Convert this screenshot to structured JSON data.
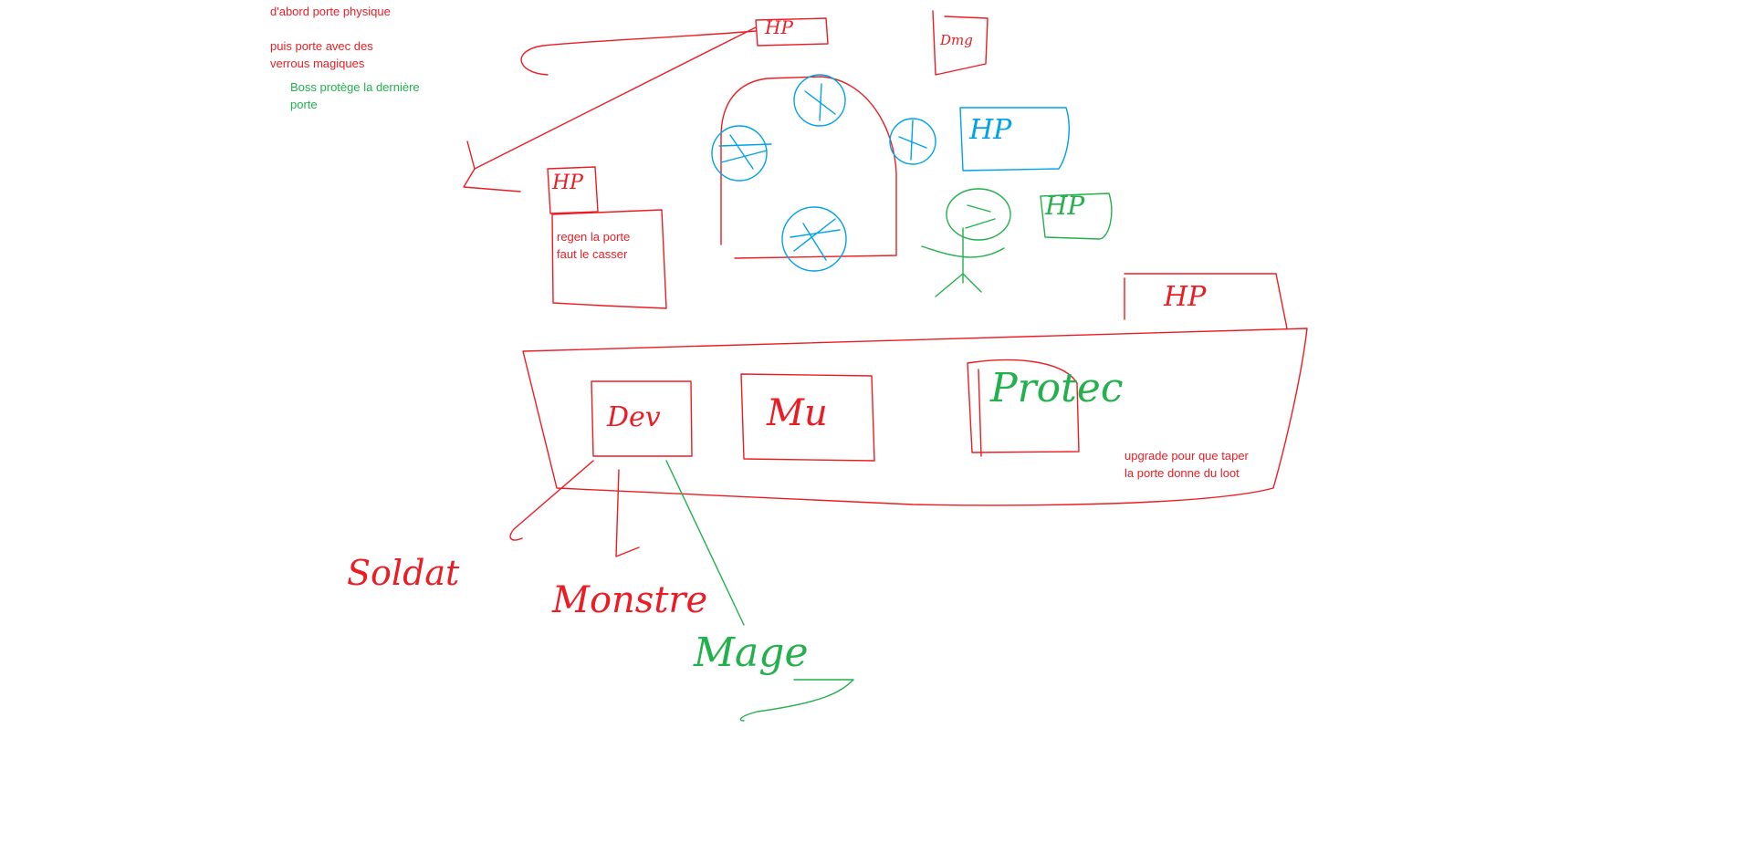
{
  "colors": {
    "red": "#ed1c24",
    "green": "#22b14c",
    "blue": "#00a2e8",
    "background": "#ffffff"
  },
  "notes": {
    "note_1": "d'abord porte physique",
    "note_2_line1": "puis porte avec des",
    "note_2_line2": "verrous magiques",
    "note_3_line1": "Boss protège la dernière",
    "note_3_line2": "porte",
    "regen_line1": "regen la porte",
    "regen_line2": "faut le casser",
    "upgrade_line1": "upgrade pour que taper",
    "upgrade_line2": "la porte donne du loot"
  },
  "handwritten": {
    "hp_top": "HP",
    "dmg_top": "Dmg",
    "hp_left": "HP",
    "hp_blue": "HP",
    "hp_green": "HP",
    "hp_right": "HP",
    "box_dev": "Dev",
    "box_mu": "Mu",
    "box_protec": "Protec",
    "soldat": "Soldat",
    "monstre": "Monstre",
    "mage": "Mage"
  }
}
